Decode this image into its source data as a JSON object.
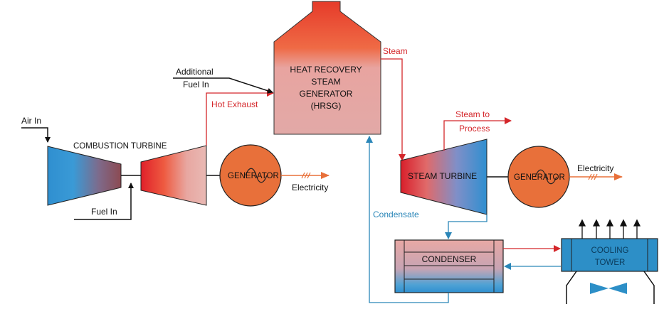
{
  "labels": {
    "air_in": "Air In",
    "combustion_turbine": "COMBUSTION TURBINE",
    "fuel_in": "Fuel In",
    "additional_fuel_line1": "Additional",
    "additional_fuel_line2": "Fuel In",
    "hot_exhaust": "Hot Exhaust",
    "hrsg_line1": "HEAT RECOVERY",
    "hrsg_line2": "STEAM",
    "hrsg_line3": "GENERATOR",
    "hrsg_line4": "(HRSG)",
    "steam": "Steam",
    "steam_to_line1": "Steam to",
    "steam_to_line2": "Process",
    "generator_1": "GENERATOR",
    "generator_2": "GENERATOR",
    "electricity_1": "Electricity",
    "electricity_2": "Electricity",
    "steam_turbine": "STEAM TURBINE",
    "condensate": "Condensate",
    "condenser": "CONDENSER",
    "cooling_line1": "COOLING",
    "cooling_line2": "TOWER"
  },
  "colors": {
    "steam_line": "#d4262a",
    "condensate_line": "#2a86b8",
    "generator_fill": "#e8703a",
    "electricity_arrow": "#e8703a",
    "hrsg_top": "#e8482a",
    "hrsg_body": "#e3a9a6",
    "cooling_tower": "#2d8fc7"
  }
}
